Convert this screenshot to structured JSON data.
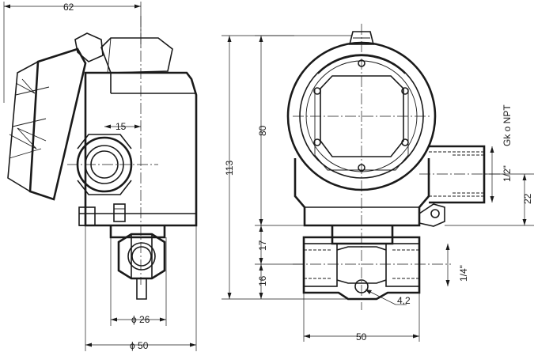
{
  "dimensions": {
    "width_62": "62",
    "offset_15": "15",
    "dia_26": "ϕ 26",
    "dia_50": "ϕ 50",
    "height_113": "113",
    "height_80": "80",
    "height_17": "17",
    "height_16": "16",
    "height_22": "22",
    "width_50": "50",
    "hole_42": "4,2",
    "thread_half": "1/2\"",
    "thread_quarter": "1/4\"",
    "thread_std": "Gk o NPT"
  },
  "colors": {
    "line": "#1a1a1a",
    "background": "#ffffff"
  }
}
